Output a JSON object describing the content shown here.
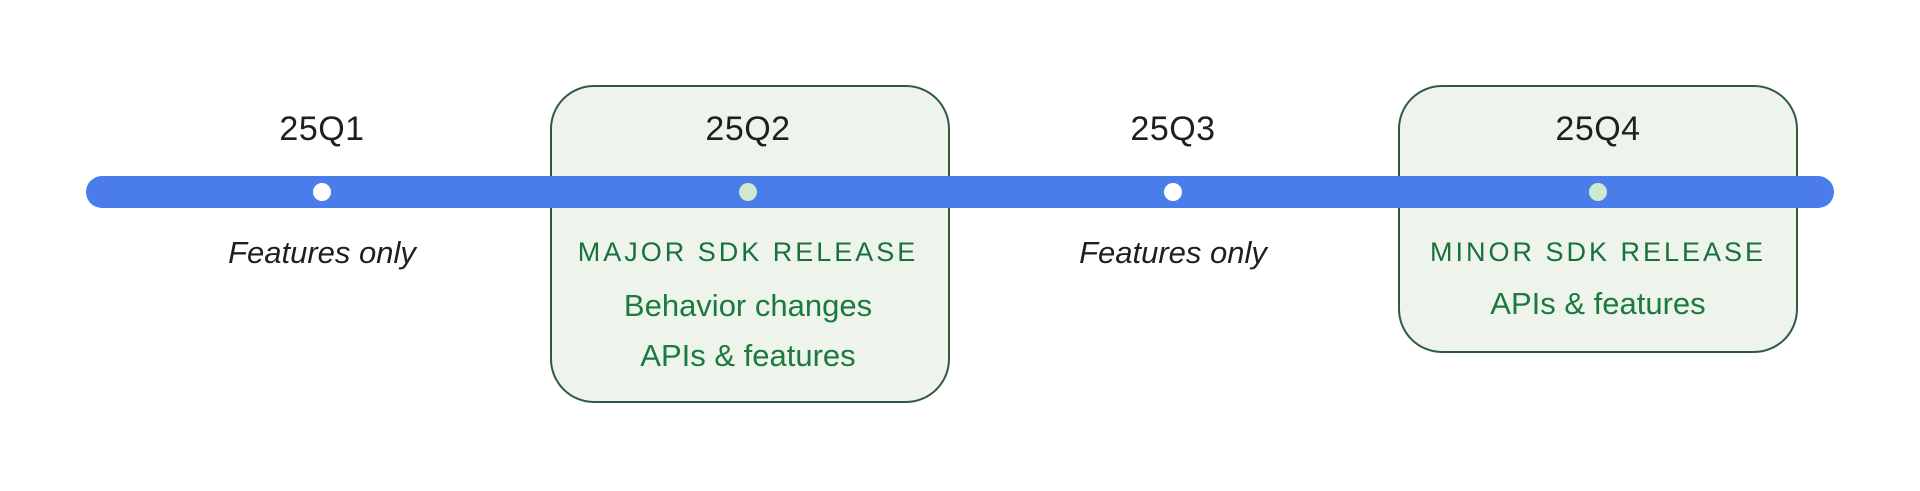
{
  "timeline": {
    "quarters": [
      {
        "label": "25Q1",
        "note": "Features only"
      },
      {
        "label": "25Q2",
        "heading": "MAJOR SDK RELEASE",
        "items": [
          "Behavior changes",
          "APIs & features"
        ]
      },
      {
        "label": "25Q3",
        "note": "Features only"
      },
      {
        "label": "25Q4",
        "heading": "MINOR SDK RELEASE",
        "items": [
          "APIs & features"
        ]
      }
    ]
  },
  "colors": {
    "bar_blue": "#4A7DE9",
    "box_fill": "#EEF3EC",
    "box_border": "#2E5943",
    "dot_plain": "#FFFFFF",
    "dot_boxed": "#CFE8D2",
    "green_heading": "#17713A",
    "green_body": "#1B7A3E",
    "text_dark": "#1F1F1F"
  }
}
